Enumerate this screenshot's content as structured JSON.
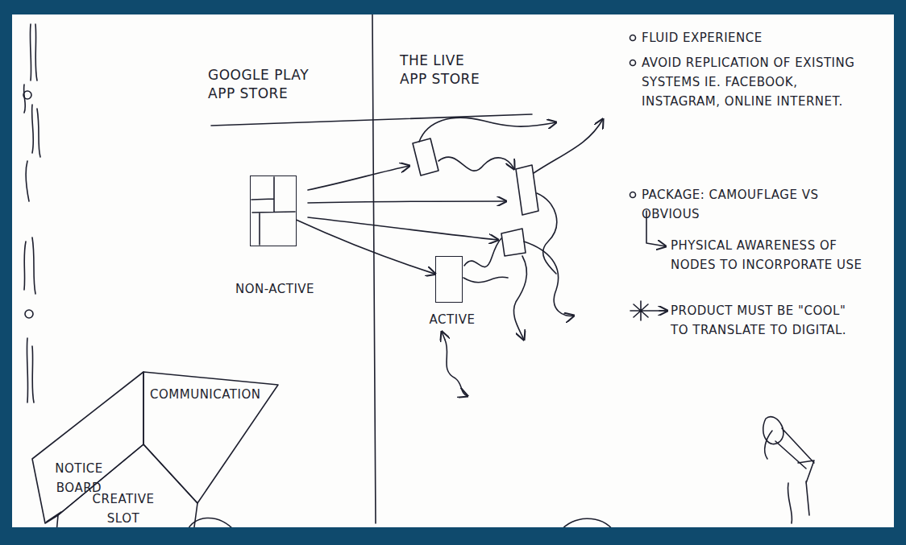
{
  "diagram": {
    "nodes": [
      {
        "text": [
          "NON-ACTIVE"
        ]
      },
      {
        "text": [
          "ACTIVE"
        ]
      },
      {
        "text": [
          "NOTICE BOARD"
        ]
      },
      {
        "text": [
          "COMMUNICATION"
        ]
      },
      {
        "text": [
          "CREATIVE SLOT"
        ]
      }
    ],
    "edges": [
      {
        "from": 0,
        "to": 1,
        "arrow": "to"
      }
    ],
    "labels": [
      "GOOGLE PLAY APP STORE",
      "THE LIVE APP STORE",
      "FLUID EXPERIENCE",
      "AVOID REPLICATION OF EXISTING SYSTEMS IE. FACEBOOK, INSTAGRAM, ONLINE INTERNET.",
      "PACKAGE: CAMOUFLAGE VS OBVIOUS",
      "PHYSICAL AWARENESS OF NODES TO INCORPORATE USE",
      "PRODUCT MUST BE \"COOL\" TO TRANSLATE TO DIGITAL."
    ]
  }
}
